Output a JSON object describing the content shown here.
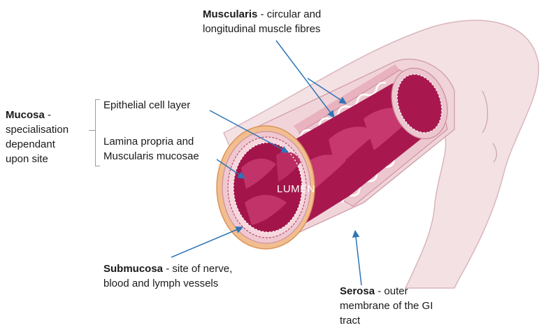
{
  "labels": {
    "muscularis": {
      "title": "Muscularis",
      "sep": " - ",
      "line1": " circular and",
      "line2": "longitudinal muscle fibres"
    },
    "mucosa": {
      "title": "Mucosa",
      "sep": " -",
      "line2": "specialisation",
      "line3": "dependant",
      "line4": "upon site"
    },
    "epithelial": "Epithelial cell layer",
    "lamina": {
      "line1": "Lamina propria and",
      "line2": "Muscularis mucosae"
    },
    "lumen": "LUMEN",
    "submucosa": {
      "title": "Submucosa",
      "sep": " - ",
      "line1": " site of nerve,",
      "line2": "blood and lymph vessels"
    },
    "serosa": {
      "title": "Serosa",
      "sep": " - ",
      "line1": " outer",
      "line2": "membrane of the GI",
      "line3": "tract"
    }
  },
  "colors": {
    "arrow": "#2e75b6",
    "outer_tube": "#f3dde0",
    "serosa_ring": "#f0b98a",
    "muscle_ring": "#eec7cf",
    "mucosa_dark": "#a3154a",
    "mucosa_mid": "#c2336a",
    "lumen_text": "#ffffff"
  }
}
